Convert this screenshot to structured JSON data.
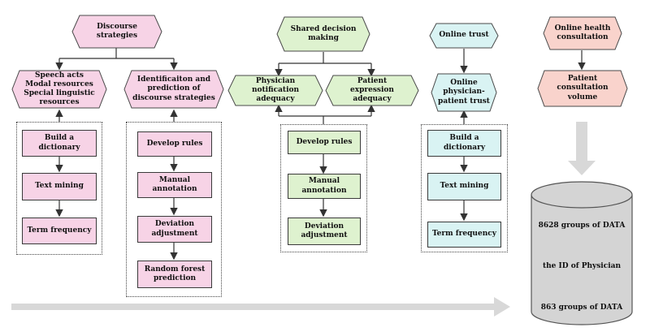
{
  "discourse": {
    "top": "Discourse strategies",
    "left_hex": "Speech acts\nModal resources\nSpecial linguistic\nresources",
    "right_hex": "Identificaiton and\nprediction of\ndiscourse strategies",
    "left_steps": [
      "Build a dictionary",
      "Text mining",
      "Term frequency"
    ],
    "right_steps": [
      "Develop rules",
      "Manual\nannotation",
      "Deviation\nadjustment",
      "Random forest\nprediction"
    ]
  },
  "shared": {
    "top": "Shared decision\nmaking",
    "left_hex": "Physician\nnotification adequacy",
    "right_hex": "Patient\nexpression adequacy",
    "steps": [
      "Develop rules",
      "Manual\nannotation",
      "Deviation\nadjustment"
    ]
  },
  "trust": {
    "top": "Online trust",
    "hex": "Online\nphysician-\npatient trust",
    "steps": [
      "Build a dictionary",
      "Text mining",
      "Term frequency"
    ]
  },
  "consult": {
    "top": "Online health\nconsultation",
    "hex": "Patient consultation\nvolume"
  },
  "database": {
    "line1": "8628 groups of DATA",
    "line2": "the ID of Physician",
    "line3": "863 groups of DATA"
  },
  "colors": {
    "pink": "#f7d3e6",
    "green": "#def2cf",
    "cyan": "#d9f3f3",
    "peach": "#f9d3cc",
    "cylinder": "#d4d4d4",
    "arrow_grey": "#d8d8d8"
  }
}
